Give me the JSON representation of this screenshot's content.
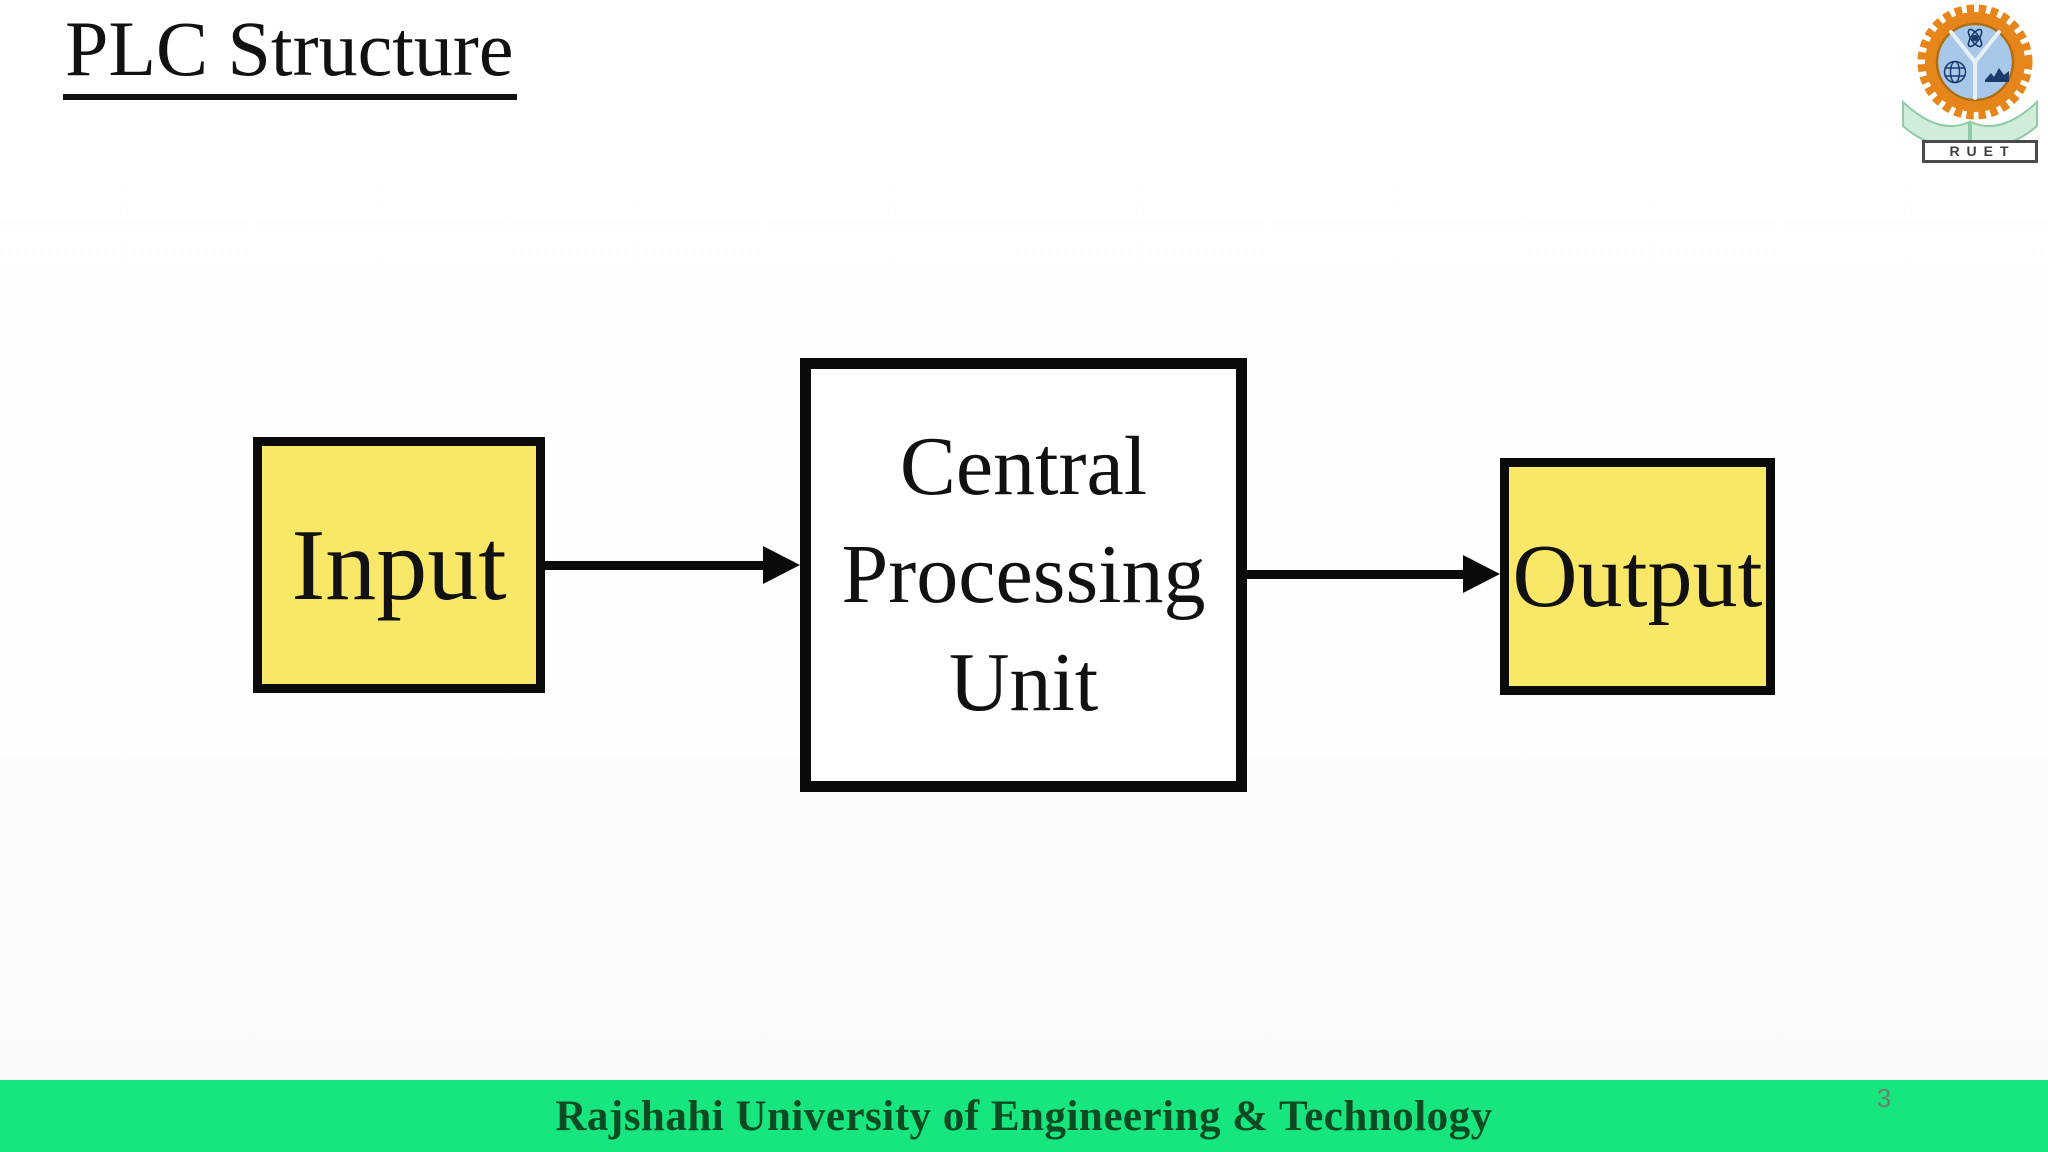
{
  "slide": {
    "title": "PLC Structure",
    "page_number": "3"
  },
  "logo": {
    "acronym": "RUET",
    "colors": {
      "gear_orange": "#E6861A",
      "globe_blue": "#A8C8EA",
      "emblem_navy": "#1B3B6B",
      "book_green": "#CFEDD8"
    }
  },
  "diagram": {
    "input": {
      "label": "Input",
      "fill": "#F9E868"
    },
    "cpu": {
      "lines": [
        "Central",
        "Processing",
        "Unit"
      ],
      "fill": "#FFFFFF"
    },
    "output": {
      "label": "Output",
      "fill": "#F9E868"
    },
    "border_color": "#0A0A0A"
  },
  "footer": {
    "text": "Rajshahi University of Engineering & Technology",
    "background": "#16E67D",
    "text_color": "#0B4A23"
  }
}
